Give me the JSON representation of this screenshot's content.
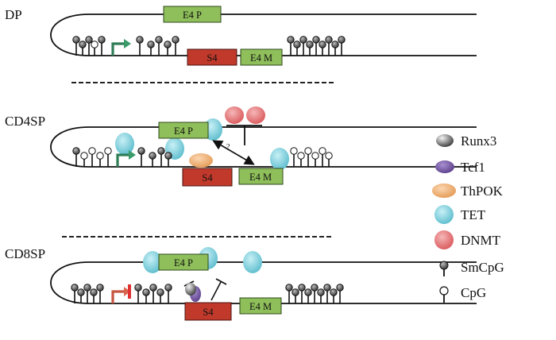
{
  "panels": [
    {
      "id": "dp",
      "label": "DP",
      "e4p": "E4 P",
      "s4": "S4",
      "e4m": "E4 M"
    },
    {
      "id": "cd4sp",
      "label": "CD4SP",
      "e4p": "E4 P",
      "s4": "S4",
      "e4m": "E4 M",
      "question_mark": "?"
    },
    {
      "id": "cd8sp",
      "label": "CD8SP",
      "e4p": "E4 P",
      "s4": "S4",
      "e4m": "E4 M"
    }
  ],
  "legend": [
    {
      "key": "runx3",
      "label": "Runx3",
      "icon": "runx3-icon",
      "color": "#4d4d4d"
    },
    {
      "key": "tcf1",
      "label": "Tcf1",
      "icon": "tcf1-icon",
      "color": "#7a5aa8"
    },
    {
      "key": "thpok",
      "label": "ThPOK",
      "icon": "thpok-icon",
      "color": "#f2b27a"
    },
    {
      "key": "tet",
      "label": "TET",
      "icon": "tet-icon",
      "color": "#7fd0de"
    },
    {
      "key": "dnmt",
      "label": "DNMT",
      "icon": "dnmt-icon",
      "color": "#ec7c7e"
    },
    {
      "key": "smcpg",
      "label": "SmCpG",
      "icon": "methylated-cpg-icon",
      "color": "#555555"
    },
    {
      "key": "cpg",
      "label": "CpG",
      "icon": "unmethylated-cpg-icon",
      "color": "#ffffff"
    }
  ],
  "colors": {
    "e4_box": "#8fbf5a",
    "s4_box": "#c0392b",
    "promoter_active": "#3a9a6a",
    "promoter_blocked": "#d9654f",
    "block_bar": "#e03030"
  }
}
